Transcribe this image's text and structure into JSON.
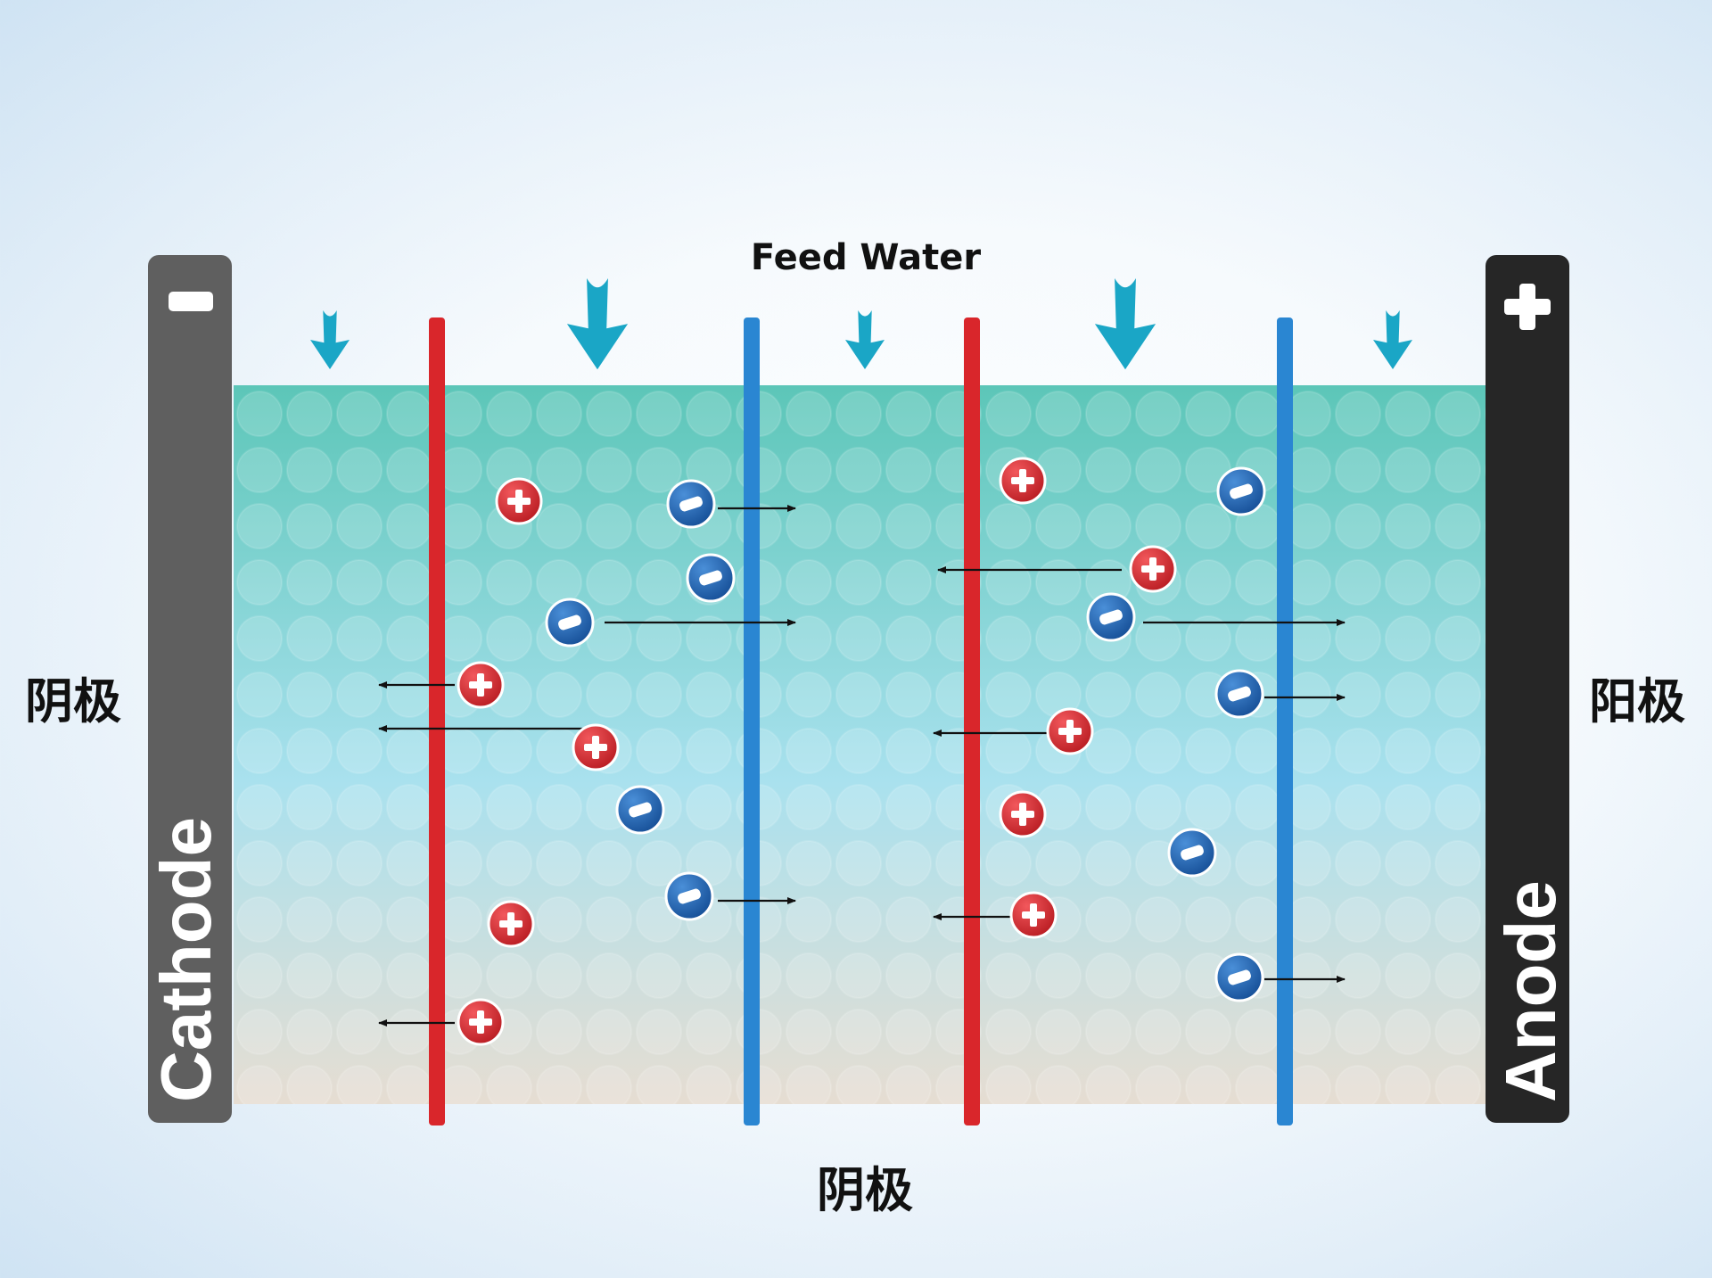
{
  "feed_label": "Feed Water",
  "left_side_label": "阴极",
  "right_side_label": "阳极",
  "bottom_label": "阴极",
  "cathode": {
    "label": "Cathode",
    "sign": "−",
    "color": "#5f5f5f"
  },
  "anode": {
    "label": "Anode",
    "sign": "+",
    "color": "#262626"
  },
  "membranes": [
    {
      "type": "cation",
      "color": "#d9262b"
    },
    {
      "type": "anion",
      "color": "#2a86d2"
    },
    {
      "type": "cation",
      "color": "#d9262b"
    },
    {
      "type": "anion",
      "color": "#2a86d2"
    }
  ],
  "colors": {
    "water_top": "#5cc6b8",
    "water_mid": "#a9e1ee",
    "water_bottom": "#e6ddd2",
    "feed_arrow": "#1aa6c6",
    "cation": "#d9262b",
    "anion": "#2166b3"
  },
  "icons": {
    "cation": "plus-icon",
    "anion": "minus-icon",
    "feed": "down-arrow-icon"
  }
}
